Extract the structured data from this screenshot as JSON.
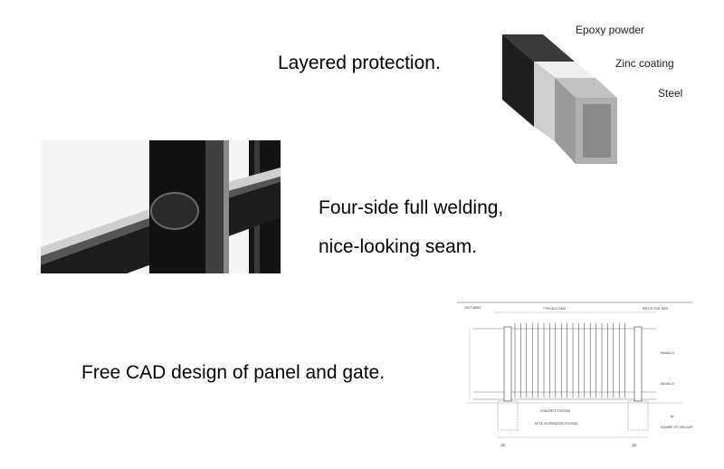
{
  "captions": {
    "layered": "Layered protection.",
    "welding_line1": "Four-side full welding,",
    "welding_line2": "nice-looking seam.",
    "cad": "Free CAD design of panel and gate."
  },
  "tube_layers": {
    "epoxy": "Epoxy powder",
    "zinc": "Zinc coating",
    "steel": "Steel"
  },
  "colors": {
    "epoxy": "#1e1e1e",
    "zinc": "#d9d9d9",
    "steel": "#a9a9a9"
  }
}
